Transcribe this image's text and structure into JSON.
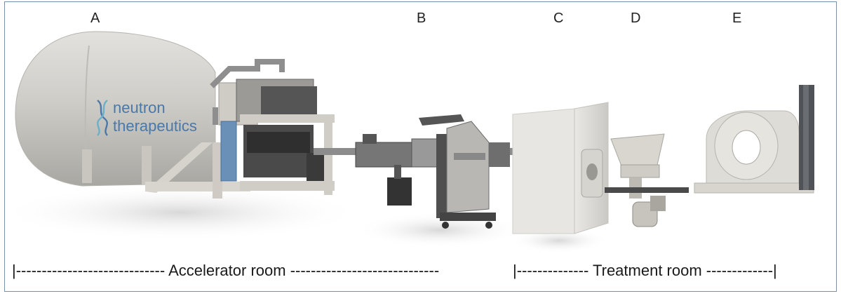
{
  "labels": {
    "a": "A",
    "b": "B",
    "c": "C",
    "d": "D",
    "e": "E"
  },
  "logo": {
    "line1": "neutron",
    "line2": "therapeutics"
  },
  "rooms": {
    "accelerator": "|----------------------------- Accelerator room -----------------------------",
    "treatment": "|-------------- Treatment room -------------|"
  },
  "colors": {
    "frame_border": "#7b8fa6",
    "machine_body": "#cfcdc8",
    "logo_blue": "#4a78a8",
    "dark_parts": "#3a3a3a"
  }
}
